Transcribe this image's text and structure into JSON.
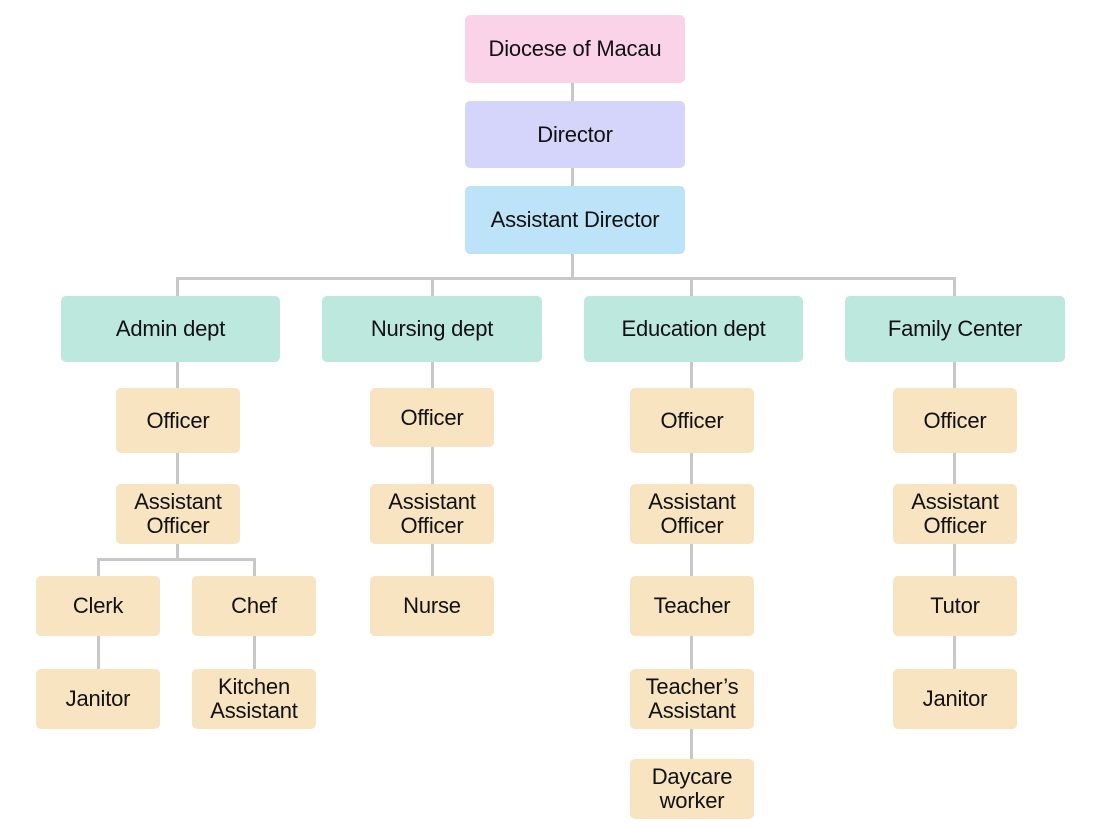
{
  "colors": {
    "root": "#fbd3e9",
    "director": "#d5d5fb",
    "assistant": "#bde3f8",
    "dept": "#bde8de",
    "staff": "#f8e4c0",
    "connector": "#c8c8c8"
  },
  "nodes": {
    "diocese": "Diocese of Macau",
    "director": "Director",
    "assistant_director": "Assistant Director",
    "admin_dept": "Admin dept",
    "nursing_dept": "Nursing dept",
    "education_dept": "Education dept",
    "family_center": "Family Center",
    "admin_officer": "Officer",
    "admin_assistant_officer": "Assistant\nOfficer",
    "admin_clerk": "Clerk",
    "admin_chef": "Chef",
    "admin_janitor": "Janitor",
    "admin_kitchen_assistant": "Kitchen\nAssistant",
    "nursing_officer": "Officer",
    "nursing_assistant_officer": "Assistant\nOfficer",
    "nursing_nurse": "Nurse",
    "education_officer": "Officer",
    "education_assistant_officer": "Assistant\nOfficer",
    "education_teacher": "Teacher",
    "education_teachers_assistant": "Teacher’s\nAssistant",
    "education_daycare_worker": "Daycare\nworker",
    "family_officer": "Officer",
    "family_assistant_officer": "Assistant\nOfficer",
    "family_tutor": "Tutor",
    "family_janitor": "Janitor"
  }
}
